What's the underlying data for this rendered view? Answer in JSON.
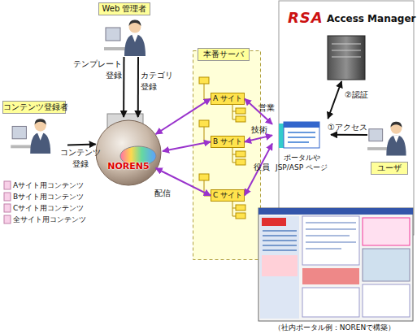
{
  "diagram": {
    "caption": "（社内ポータル例：NORENで構築）",
    "nodes": [
      {
        "text": [
          "Web 管理者"
        ]
      },
      {
        "text": [
          "コンテンツ登録者"
        ]
      },
      {
        "text": [
          "NOREN5"
        ]
      },
      {
        "text": [
          "本番サーバ"
        ]
      },
      {
        "text": [
          "A サイト"
        ],
        "in": 3
      },
      {
        "text": [
          "B サイト"
        ],
        "in": 3
      },
      {
        "text": [
          "C サイト"
        ],
        "in": 3
      },
      {
        "text": [
          "RSA",
          "Access Manager"
        ]
      },
      {
        "text": [
          "ポータルや JSP/ASP ページ"
        ]
      },
      {
        "text": [
          "ユーザ"
        ]
      }
    ],
    "edges": [
      {
        "from": 0,
        "to": 2,
        "label": "テンプレート 登録",
        "arrow": "to"
      },
      {
        "from": 0,
        "to": 2,
        "label": "カテゴリ 登録",
        "arrow": "to"
      },
      {
        "from": 1,
        "to": 2,
        "label": "コンテンツ 登録",
        "arrow": "to"
      },
      {
        "from": 2,
        "to": 4,
        "arrow": "both"
      },
      {
        "from": 2,
        "to": 5,
        "arrow": "both"
      },
      {
        "from": 2,
        "to": 6,
        "arrow": "both"
      },
      {
        "from": 4,
        "to": 8,
        "label": "営業",
        "arrow": "both"
      },
      {
        "from": 5,
        "to": 8,
        "label": "技術",
        "arrow": "both"
      },
      {
        "from": 6,
        "to": 8,
        "label": "役員",
        "arrow": "both"
      },
      {
        "from": 8,
        "to": 7,
        "label": "②認証",
        "arrow": "both"
      },
      {
        "from": 9,
        "to": 8,
        "label": "①アクセス",
        "arrow": "to"
      }
    ],
    "labels": [
      "Aサイト用コンテンツ",
      "Bサイト用コンテンツ",
      "Cサイト用コンテンツ",
      "全サイト用コンテンツ",
      "配信"
    ]
  }
}
